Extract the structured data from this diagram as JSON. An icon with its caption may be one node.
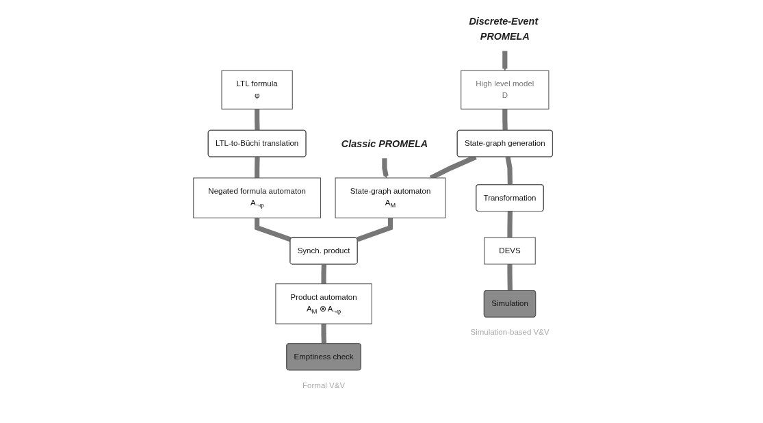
{
  "diagram": {
    "nodes": [
      {
        "text": [
          "Discrete-Event PROMELA"
        ]
      },
      {
        "text": [
          "High level model",
          "D"
        ]
      },
      {
        "text": [
          "State-graph generation"
        ]
      },
      {
        "text": [
          "State-graph automaton",
          "A$_{M}$"
        ]
      },
      {
        "text": [
          "LTL formula",
          "φ"
        ]
      },
      {
        "text": [
          "LTL-to-Büchi translation"
        ]
      },
      {
        "text": [
          "Negated formula automaton",
          "A$_{¬φ}$"
        ]
      },
      {
        "text": [
          "Synch. product"
        ]
      },
      {
        "text": [
          "Product automaton",
          "A$_{M}$ ⊗ A$_{¬φ}$"
        ]
      },
      {
        "text": [
          "Emptiness check"
        ],
        "beside": [
          "Formal V&V"
        ]
      },
      {
        "text": [
          "Transformation"
        ]
      },
      {
        "text": [
          "DEVS"
        ]
      },
      {
        "text": [
          "Simulation"
        ],
        "beside": [
          "Simulation-based V&V"
        ]
      },
      {
        "text": [
          "Classic PROMELA"
        ]
      }
    ],
    "edges": [
      {
        "from": 0,
        "to": 1,
        "arrow": "to"
      },
      {
        "from": 1,
        "to": 2,
        "arrow": "none"
      },
      {
        "from": 2,
        "to": 3,
        "arrow": "none"
      },
      {
        "from": 2,
        "to": 10,
        "arrow": "none"
      },
      {
        "from": 10,
        "to": 11,
        "arrow": "none"
      },
      {
        "from": 11,
        "to": 12,
        "arrow": "none"
      },
      {
        "from": 4,
        "to": 5,
        "arrow": "none"
      },
      {
        "from": 5,
        "to": 6,
        "arrow": "none"
      },
      {
        "from": 3,
        "to": 7,
        "arrow": "none"
      },
      {
        "from": 6,
        "to": 7,
        "arrow": "none"
      },
      {
        "from": 7,
        "to": 8,
        "arrow": "none"
      },
      {
        "from": 8,
        "to": 9,
        "arrow": "none"
      },
      {
        "from": 13,
        "to": 3,
        "arrow": "to"
      }
    ]
  }
}
